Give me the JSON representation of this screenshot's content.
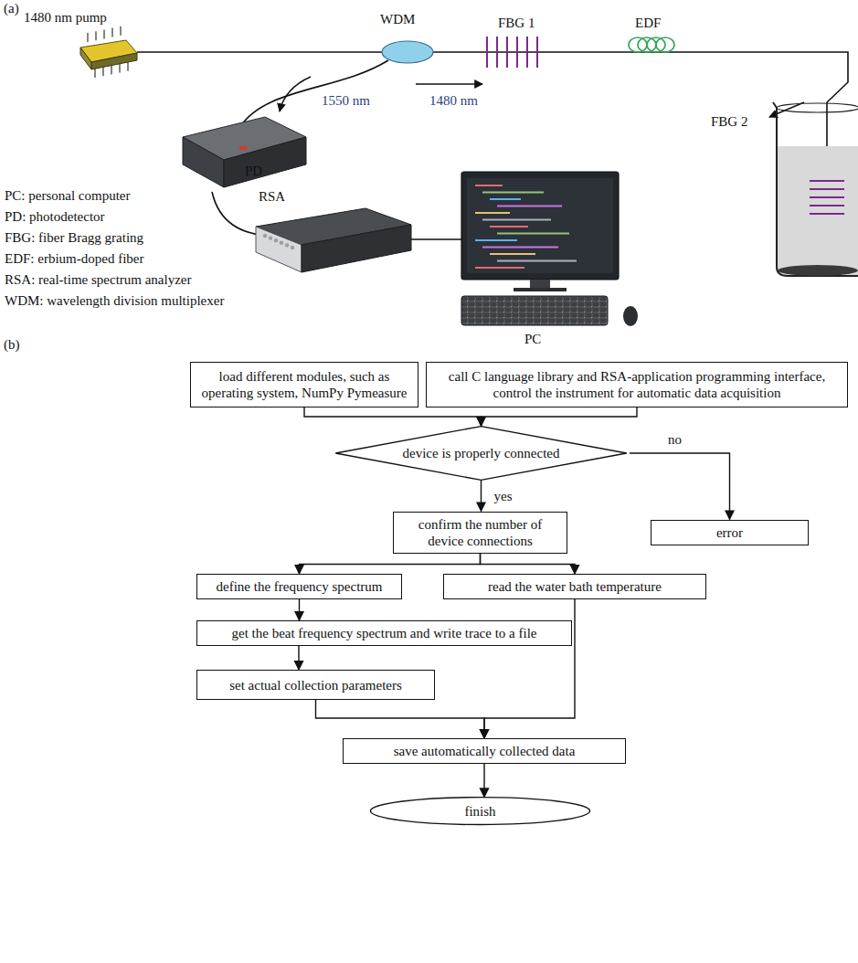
{
  "diagram": {
    "nodes": [
      {
        "text": [
          "load different modules, such as operating system, NumPy Pymeasure"
        ]
      },
      {
        "text": [
          "call C language library and RSA-application programming interface, control the instrument for automatic data acquisition"
        ]
      },
      {
        "text": [
          "device is properly connected"
        ]
      },
      {
        "text": [
          "error"
        ]
      },
      {
        "text": [
          "confirm the number of device connections"
        ]
      },
      {
        "text": [
          "define the frequency spectrum"
        ]
      },
      {
        "text": [
          "read the water bath temperature"
        ]
      },
      {
        "text": [
          "get the beat  frequency spectrum and write  trace to a file"
        ]
      },
      {
        "text": [
          "set actual collection parameters"
        ]
      },
      {
        "text": [
          "save automatically collected data"
        ]
      },
      {
        "text": [
          "finish"
        ]
      }
    ],
    "edges": [
      {
        "from": 0,
        "to": 2,
        "arrow": "to"
      },
      {
        "from": 1,
        "to": 2,
        "arrow": "to"
      },
      {
        "from": 2,
        "to": 3,
        "label": "no",
        "arrow": "to"
      },
      {
        "from": 2,
        "to": 4,
        "label": "yes",
        "arrow": "to"
      },
      {
        "from": 4,
        "to": 5,
        "arrow": "to"
      },
      {
        "from": 4,
        "to": 6,
        "arrow": "to"
      },
      {
        "from": 5,
        "to": 7,
        "arrow": "to"
      },
      {
        "from": 7,
        "to": 8,
        "arrow": "to"
      },
      {
        "from": 8,
        "to": 9,
        "arrow": "to"
      },
      {
        "from": 6,
        "to": 9,
        "arrow": "to"
      },
      {
        "from": 9,
        "to": 10,
        "arrow": "to"
      }
    ],
    "labels": [
      "(a)",
      "1480 nm pump",
      "WDM",
      "FBG 1",
      "EDF",
      "1550 nm",
      "1480 nm",
      "FBG 2",
      "PC: personal computer",
      "PD: photodetector",
      "FBG: fiber Bragg grating",
      "EDF: erbium-doped fiber",
      "RSA: real-time spectrum analyzer",
      "WDM: wavelength division multiplexer",
      "PD",
      "RSA",
      "PC",
      "(b)"
    ]
  }
}
